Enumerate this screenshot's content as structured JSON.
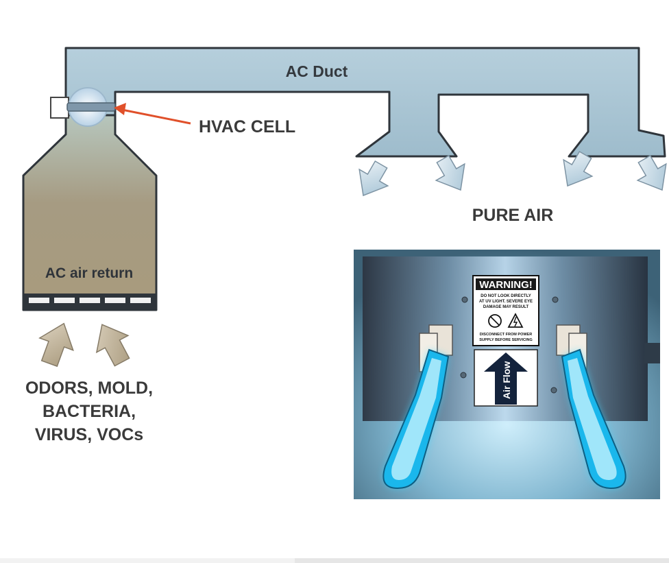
{
  "labels": {
    "duct": "AC Duct",
    "hvac_cell": "HVAC CELL",
    "pure_air": "PURE AIR",
    "air_return": "AC air return",
    "contaminants_line1": "ODORS, MOLD,",
    "contaminants_line2": "BACTERIA,",
    "contaminants_line3": "VIRUS, VOCs"
  },
  "photo": {
    "warning_title": "WARNING!",
    "warning_line1": "DO NOT LOOK DIRECTLY",
    "warning_line2": "AT UV LIGHT. SEVERE EYE",
    "warning_line3": "DAMAGE MAY RESULT",
    "warning_line4": "DISCONNECT FROM POWER",
    "warning_line5": "SUPPLY BEFORE SERVICING",
    "airflow_label": "Air Flow"
  },
  "colors": {
    "duct_fill": "#a9c6d6",
    "duct_stroke": "#3a3f44",
    "return_fill": "#a99d7f",
    "text": "#3a3a3a",
    "pointer": "#e0502a",
    "uv_glow": "#38d6ff",
    "warning_red": "#c8202a"
  }
}
